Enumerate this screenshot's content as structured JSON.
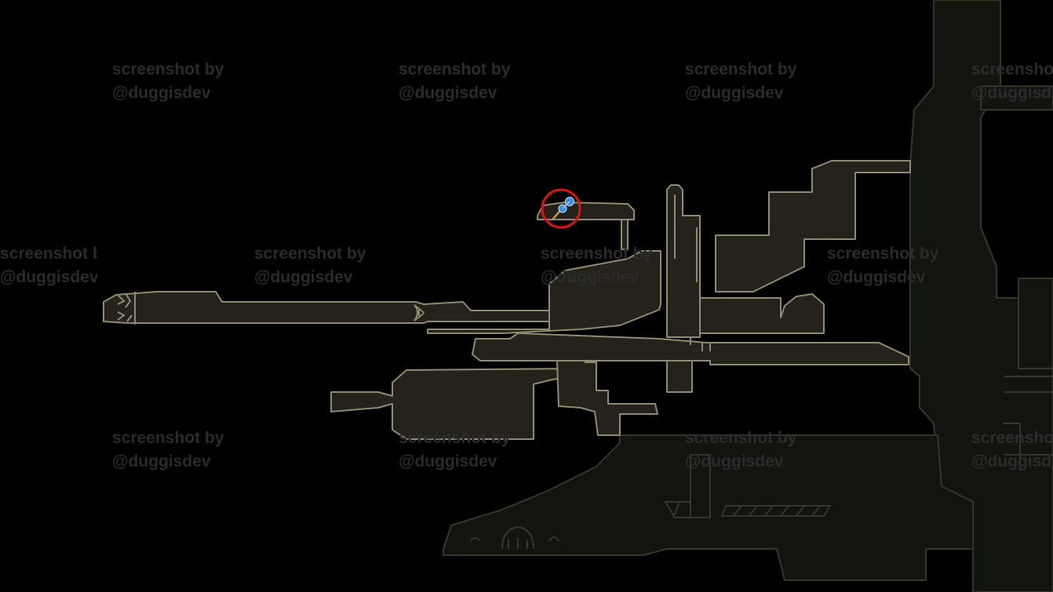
{
  "watermark": {
    "line1": "screenshot by",
    "line2": "@duggisdev"
  },
  "colors": {
    "background": "#000000",
    "room_fill": "#24221b",
    "room_outline": "#8f8a72",
    "faded_fill": "#121410",
    "faded_outline": "#343629",
    "marker_ring": "#e01212",
    "item_icon": "#3f8fe0",
    "watermark": "#2b2b2b"
  },
  "marker": {
    "item_icon": "pin-item-icon",
    "highlight": "red-circle"
  }
}
